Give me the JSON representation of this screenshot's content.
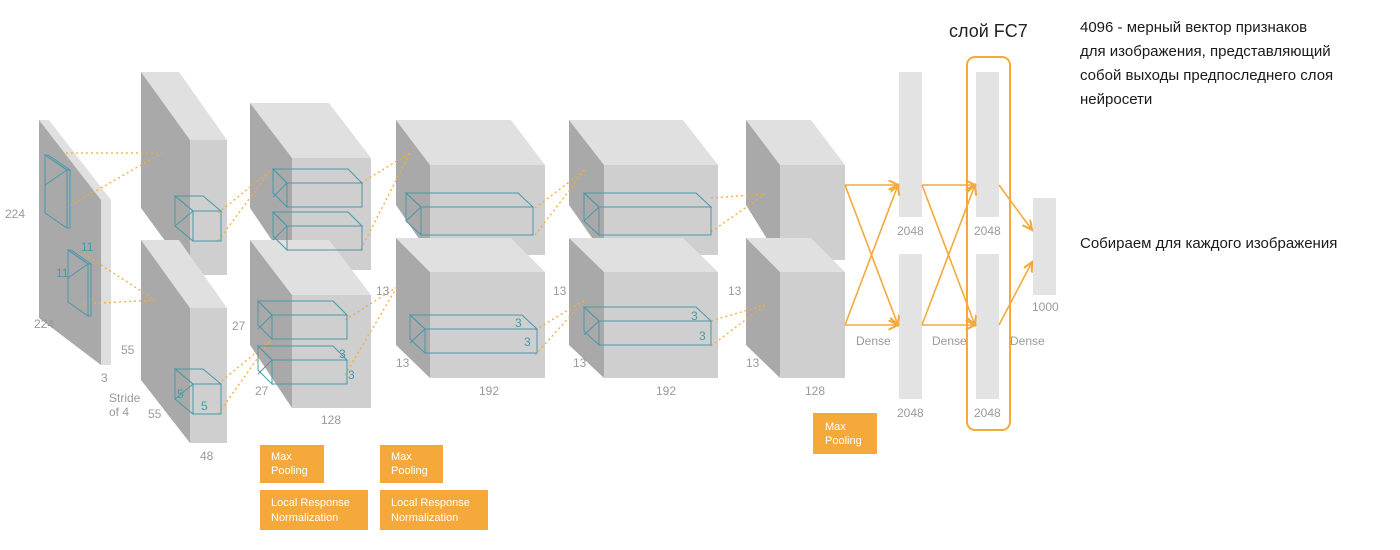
{
  "conv1": {
    "input_h": "224",
    "input_w": "224",
    "channels": "3",
    "kernel_a": "11",
    "kernel_b": "11",
    "stride_line1": "Stride",
    "stride_line2": "of 4"
  },
  "conv2": {
    "h": "55",
    "w": "55",
    "depth": "48",
    "kernel_a": "5",
    "kernel_b": "5"
  },
  "conv3": {
    "h": "27",
    "w": "27",
    "depth": "128",
    "kernel_a": "3",
    "kernel_b": "3"
  },
  "conv4": {
    "h": "13",
    "w": "13",
    "depth": "192",
    "kernel_a": "3",
    "kernel_b": "3"
  },
  "conv5": {
    "h": "13",
    "w": "13",
    "depth": "192",
    "kernel_a": "3",
    "kernel_b": "3"
  },
  "conv6": {
    "h": "13",
    "w": "13",
    "depth": "128"
  },
  "fc": {
    "fc6_top": "2048",
    "fc6_bottom": "2048",
    "fc7_top": "2048",
    "fc7_bottom": "2048",
    "output": "1000",
    "dense_1": "Dense",
    "dense_2": "Dense",
    "dense_3": "Dense"
  },
  "fc7_title": "слой FC7",
  "ops": {
    "max_pool_1_l1": "Max",
    "max_pool_1_l2": "Pooling",
    "lrn_1_l1": "Local Response",
    "lrn_1_l2": "Normalization",
    "max_pool_2_l1": "Max",
    "max_pool_2_l2": "Pooling",
    "lrn_2_l1": "Local Response",
    "lrn_2_l2": "Normalization",
    "max_pool_3_l1": "Max",
    "max_pool_3_l2": "Pooling"
  },
  "notes": {
    "fc7_desc_l1": "4096 - мерный вектор признаков",
    "fc7_desc_l2": "для изображения, представляющий",
    "fc7_desc_l3": "собой выходы предпоследнего слоя",
    "fc7_desc_l4": "нейросети",
    "collect": "Собираем для каждого изображения"
  },
  "colors": {
    "orange": "#f5a93a",
    "teal": "#4a98a8",
    "block_front": "#cfcfcf",
    "block_side": "#a9a9a9",
    "block_top": "#e0e0e0"
  }
}
